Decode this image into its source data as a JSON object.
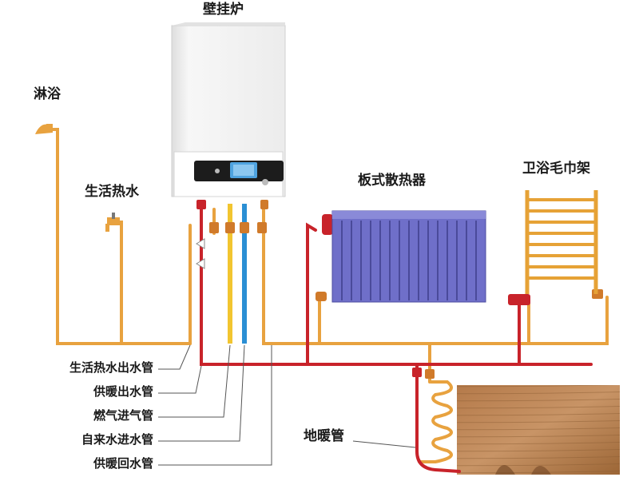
{
  "labels": {
    "boiler": "壁挂炉",
    "shower": "淋浴",
    "hot_water": "生活热水",
    "panel_radiator": "板式散热器",
    "towel_rack": "卫浴毛巾架",
    "floor_heating": "地暖管"
  },
  "legend": [
    "生活热水出水管",
    "供暖出水管",
    "燃气进气管",
    "自来水进水管",
    "供暖回水管"
  ],
  "colors": {
    "hot_water_pipe": "#e8a23f",
    "heating_supply_pipe": "#c8232a",
    "gas_pipe": "#f2c530",
    "cold_water_pipe": "#2a8fd4",
    "heating_return_pipe": "#e8a23f",
    "radiator": "#6f6fc9",
    "towel_rack": "#e6a236",
    "floor_wood": "#a9744a",
    "boiler_body": "#f4f4f4",
    "boiler_panel": "#1c1c1c",
    "boiler_display": "#4fa3e0"
  },
  "icons": [
    "shower-head-icon",
    "faucet-icon",
    "valve-icon"
  ]
}
